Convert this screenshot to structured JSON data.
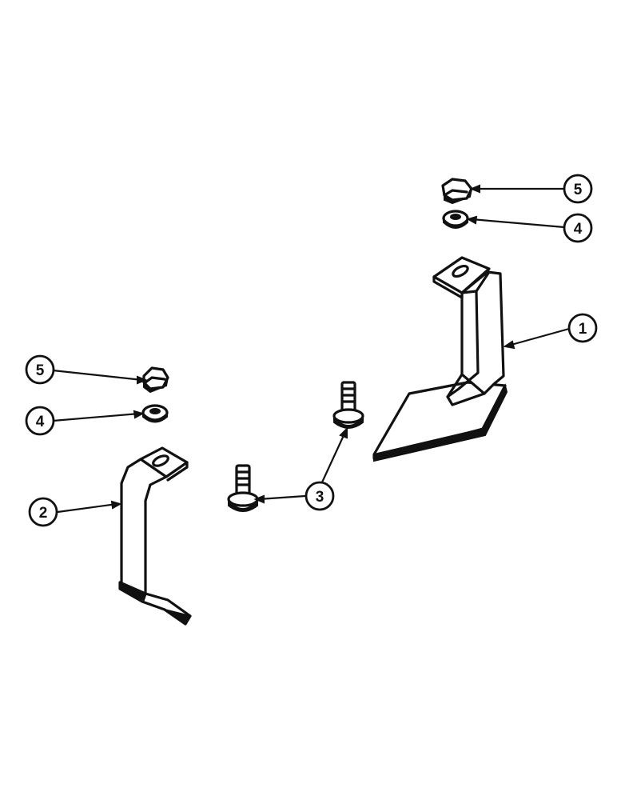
{
  "diagram": {
    "colors": {
      "line": "#111111",
      "background": "#ffffff"
    },
    "callouts": [
      {
        "id": "c5-right",
        "label": "5"
      },
      {
        "id": "c4-right",
        "label": "4"
      },
      {
        "id": "c1",
        "label": "1"
      },
      {
        "id": "c5-left",
        "label": "5"
      },
      {
        "id": "c4-left",
        "label": "4"
      },
      {
        "id": "c3",
        "label": "3"
      },
      {
        "id": "c2",
        "label": "2"
      }
    ]
  }
}
